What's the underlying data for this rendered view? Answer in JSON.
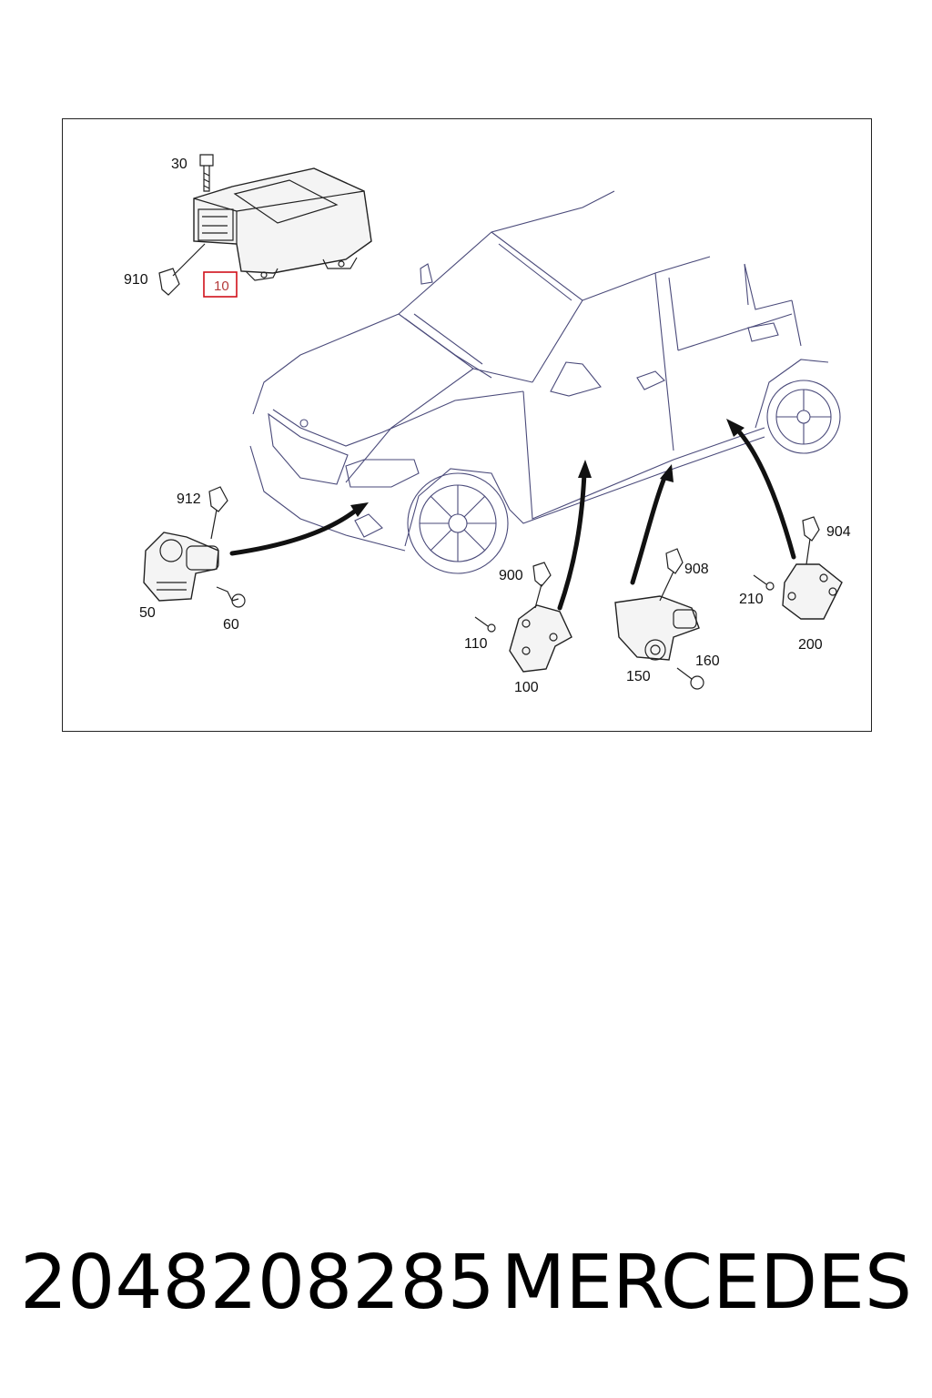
{
  "callouts": {
    "c30": "30",
    "c910": "910",
    "c10": "10",
    "c912": "912",
    "c50": "50",
    "c60": "60",
    "c900": "900",
    "c110": "110",
    "c100": "100",
    "c908": "908",
    "c150": "150",
    "c160": "160",
    "c904": "904",
    "c210": "210",
    "c200": "200"
  },
  "highlighted_callout": "10",
  "footer": {
    "part_number": "2048208285",
    "brand": "MERCEDES"
  },
  "colors": {
    "highlight": "#d0101a",
    "line": "#4a4a7a",
    "text": "#111111"
  }
}
